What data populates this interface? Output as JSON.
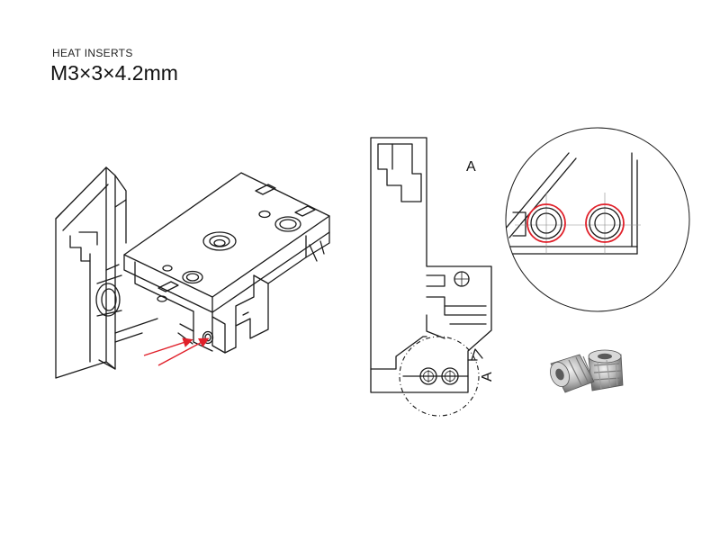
{
  "header": {
    "subtitle": "HEAT INSERTS",
    "title": "M3×3×4.2mm"
  },
  "detail": {
    "view_label": "A",
    "callout_label": "A"
  },
  "colors": {
    "highlight": "#e0202a",
    "line": "#1a1a1a",
    "brass": "#b8b8b8"
  }
}
